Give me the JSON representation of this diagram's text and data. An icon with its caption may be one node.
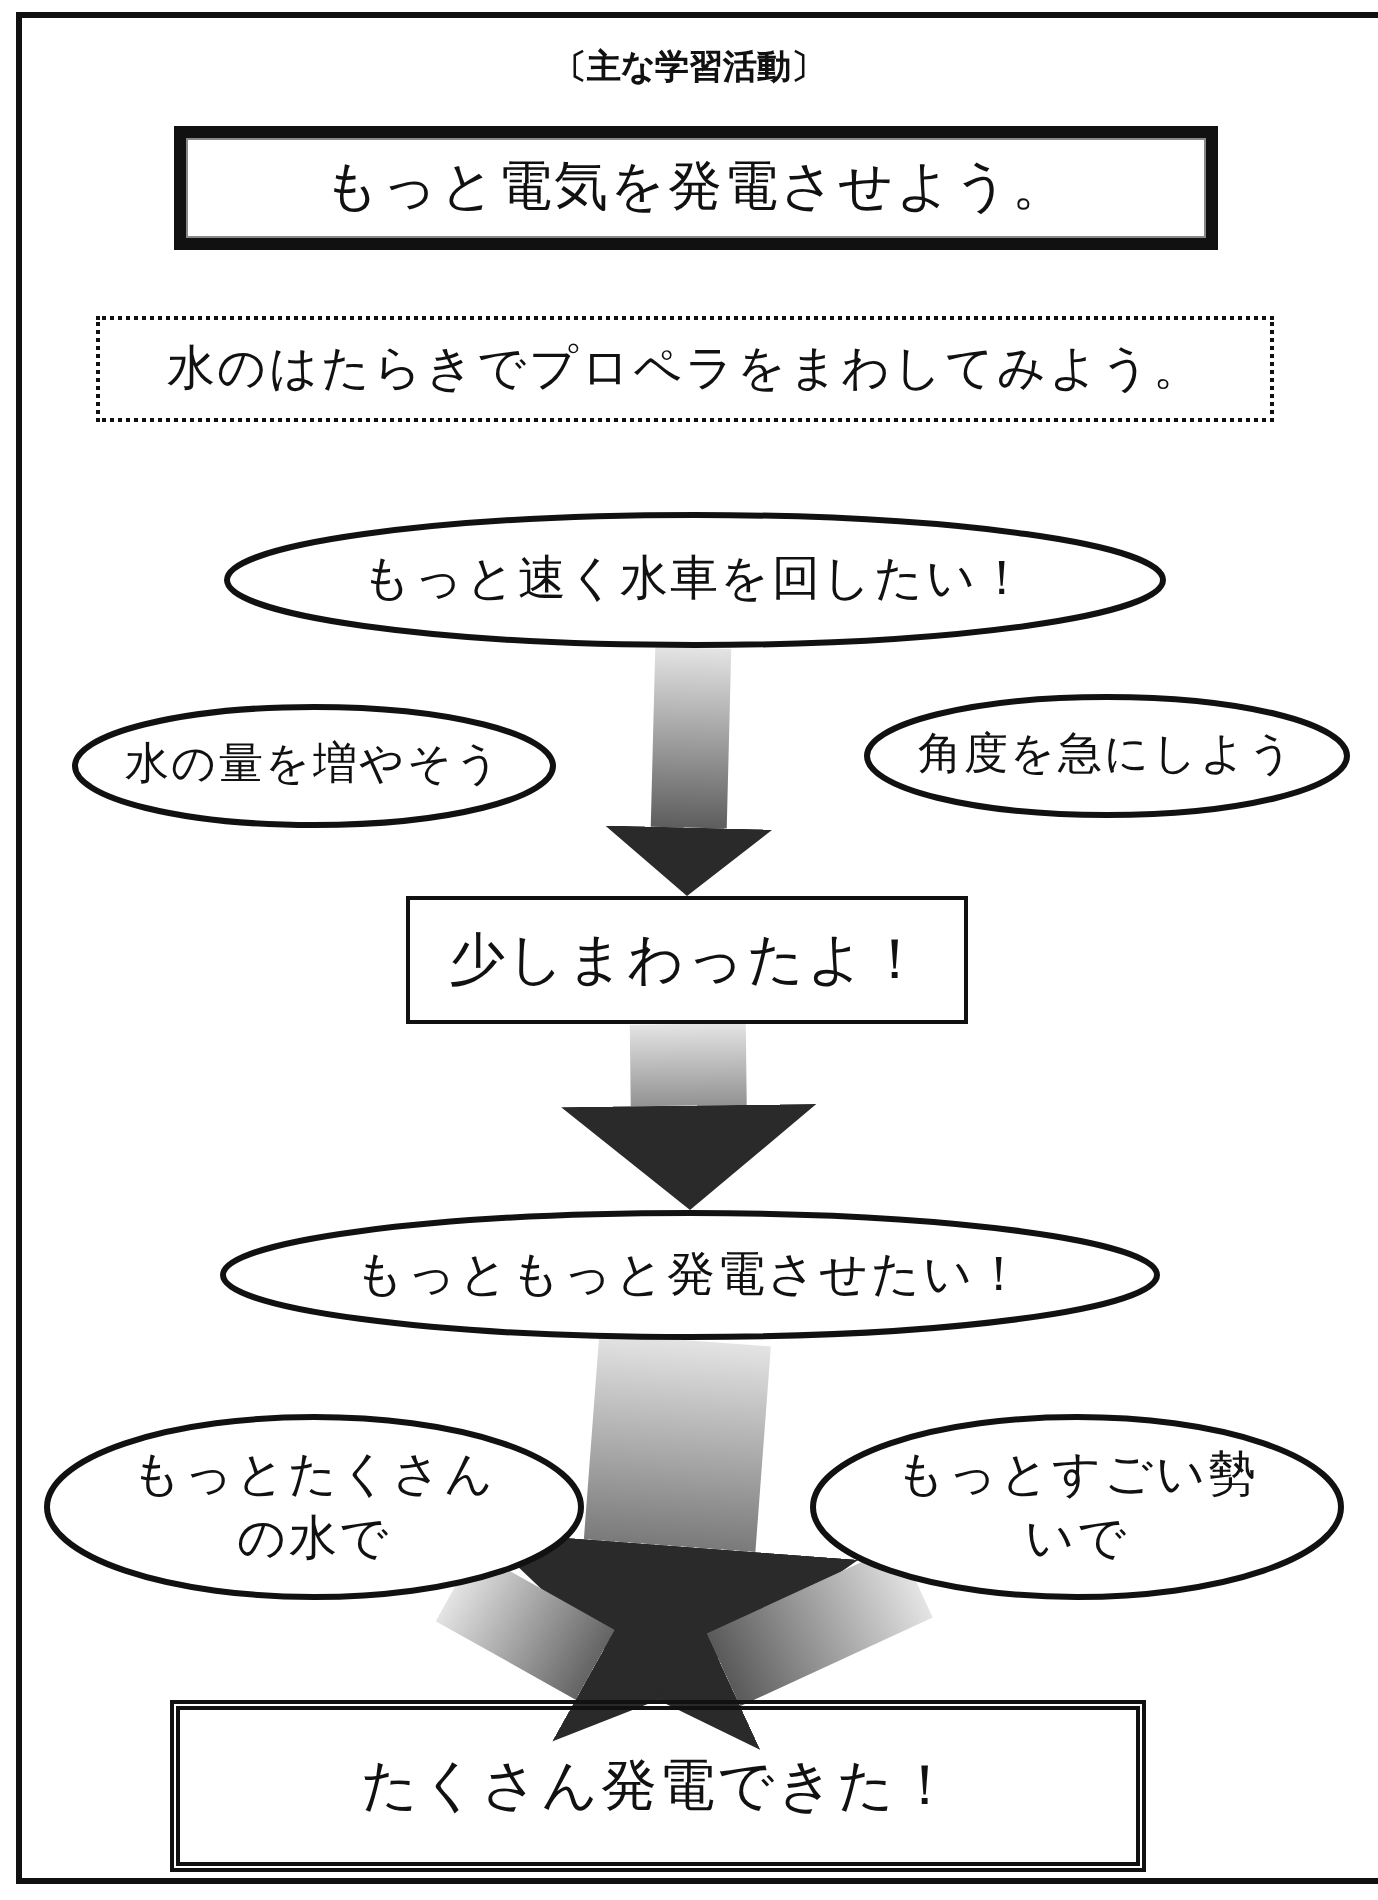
{
  "diagram": {
    "title": "〔主な学習活動〕",
    "nodes": [
      {
        "text": [
          "もっと電気を発電させよう。"
        ]
      },
      {
        "text": [
          "水のはたらきでプロペラをまわしてみよう。"
        ]
      },
      {
        "text": [
          "もっと速く水車を回したい！"
        ]
      },
      {
        "text": [
          "水の量を増やそう"
        ]
      },
      {
        "text": [
          "角度を急にしよう"
        ]
      },
      {
        "text": [
          "少しまわったよ！"
        ]
      },
      {
        "text": [
          "もっともっと発電させたい！"
        ]
      },
      {
        "text": [
          "もっとたくさんの水で"
        ]
      },
      {
        "text": [
          "もっとすごい勢いで"
        ]
      },
      {
        "text": [
          "たくさん発電できた！"
        ]
      }
    ],
    "edges": [
      {
        "from": 2,
        "to": 5,
        "arrow": "to"
      },
      {
        "from": 5,
        "to": 6,
        "arrow": "to"
      },
      {
        "from": 6,
        "to": 9,
        "arrow": "to"
      },
      {
        "from": 7,
        "to": 9,
        "arrow": "to"
      },
      {
        "from": 8,
        "to": 9,
        "arrow": "to"
      }
    ]
  }
}
